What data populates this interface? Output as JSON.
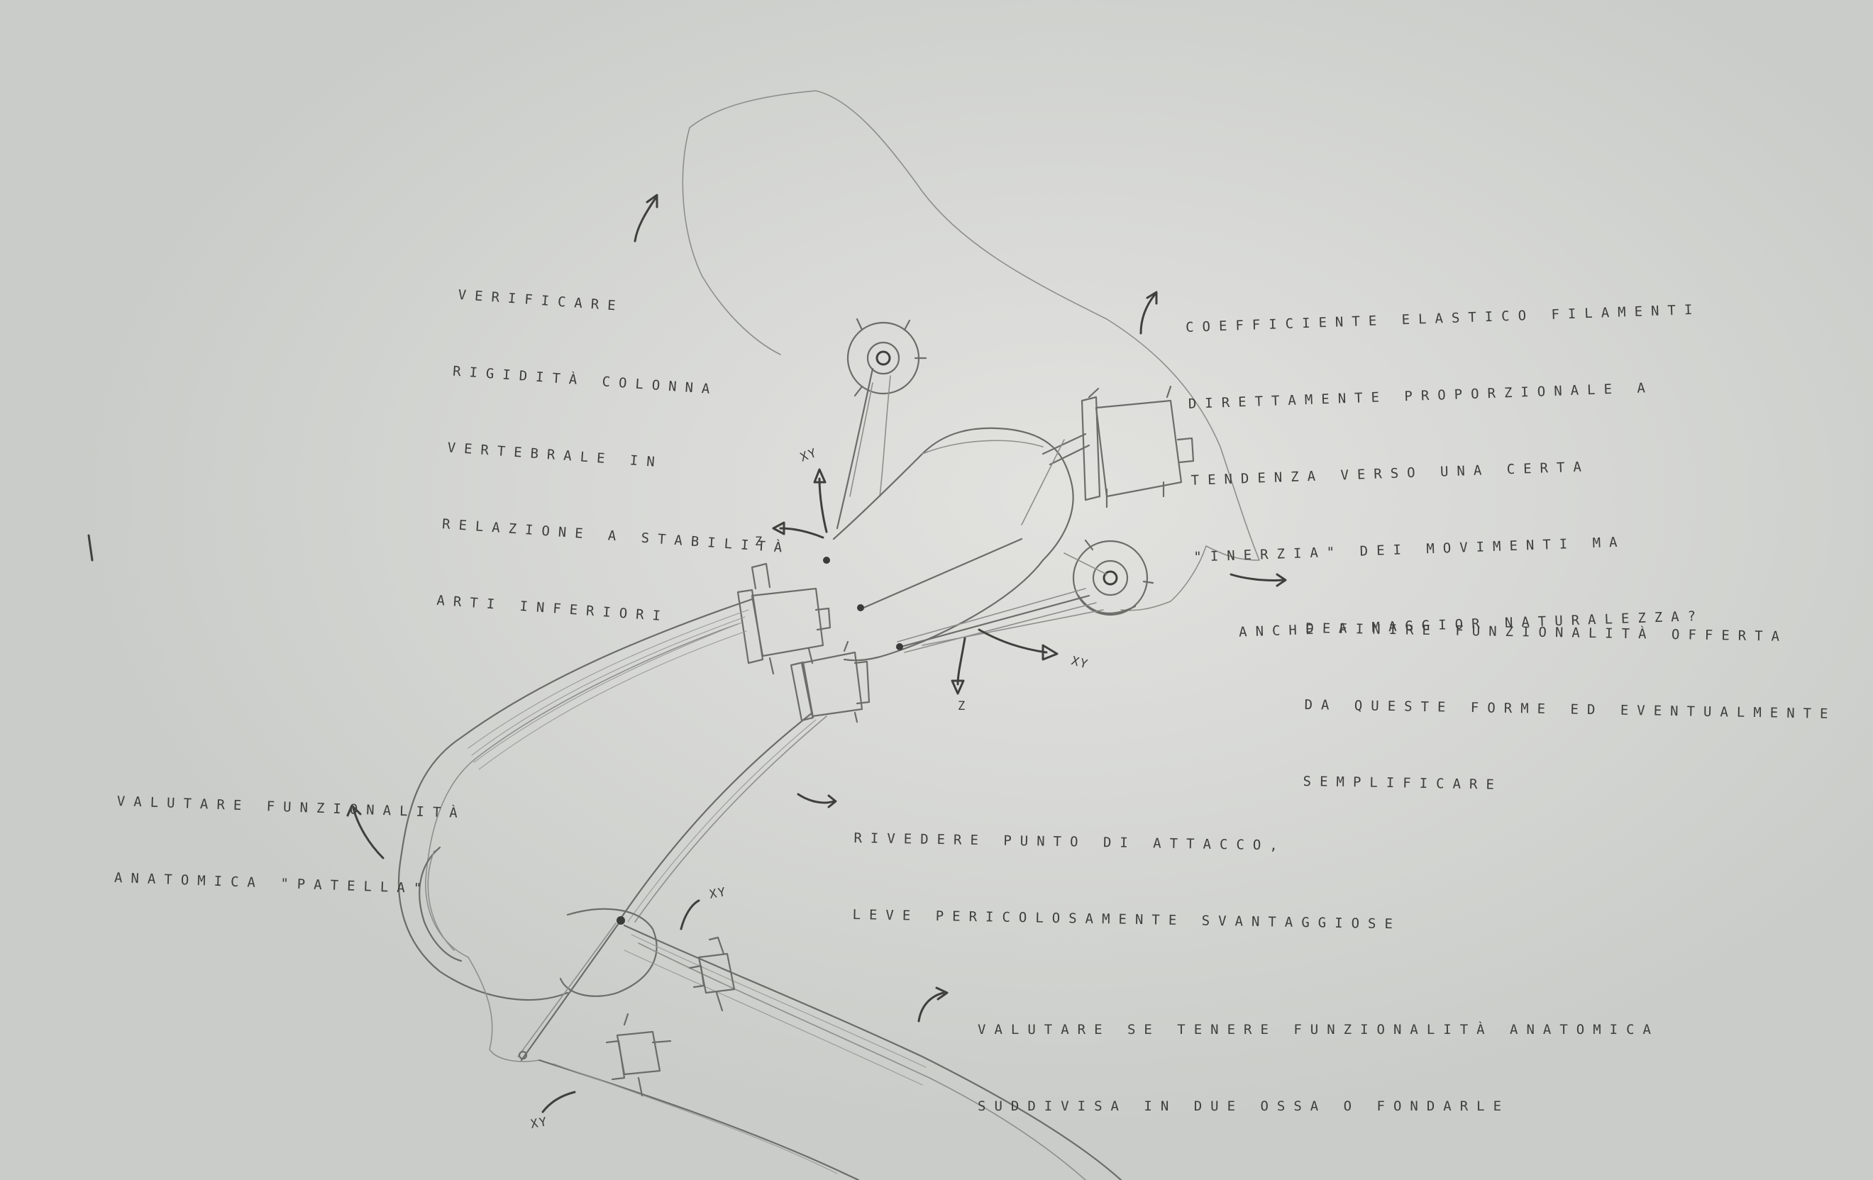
{
  "notes": {
    "spine": [
      "VERIFICARE",
      "RIGIDITÀ COLONNA",
      "VERTEBRALE IN",
      "RELAZIONE A STABILITÀ",
      "ARTI INFERIORI"
    ],
    "elastic": [
      "COEFFICIENTE ELASTICO FILAMENTI",
      "DIRETTAMENTE PROPORZIONALE A",
      "TENDENZA VERSO UNA CERTA",
      "\"INERZIA\" DEI MOVIMENTI MA",
      "ANCHE A MAGGIOR NATURALEZZA?"
    ],
    "shape": [
      "DEFINIRE FUNZIONALITÀ OFFERTA",
      "DA QUESTE FORME ED EVENTUALMENTE",
      "SEMPLIFICARE"
    ],
    "patella": [
      "VALUTARE FUNZIONALITÀ",
      "ANATOMICA \"PATELLA\""
    ],
    "attach": [
      "RIVEDERE PUNTO DI ATTACCO,",
      "LEVE PERICOLOSAMENTE SVANTAGGIOSE"
    ],
    "bones": [
      "VALUTARE SE TENERE FUNZIONALITÀ ANATOMICA",
      "SUDDIVISA IN DUE OSSA O FONDARLE"
    ]
  },
  "axes": {
    "xy_upper": "XY",
    "z_upper": "Z",
    "xy_mid": "XY",
    "z_mid": "Z",
    "xy_knee": "XY",
    "xy_lower": "XY"
  }
}
